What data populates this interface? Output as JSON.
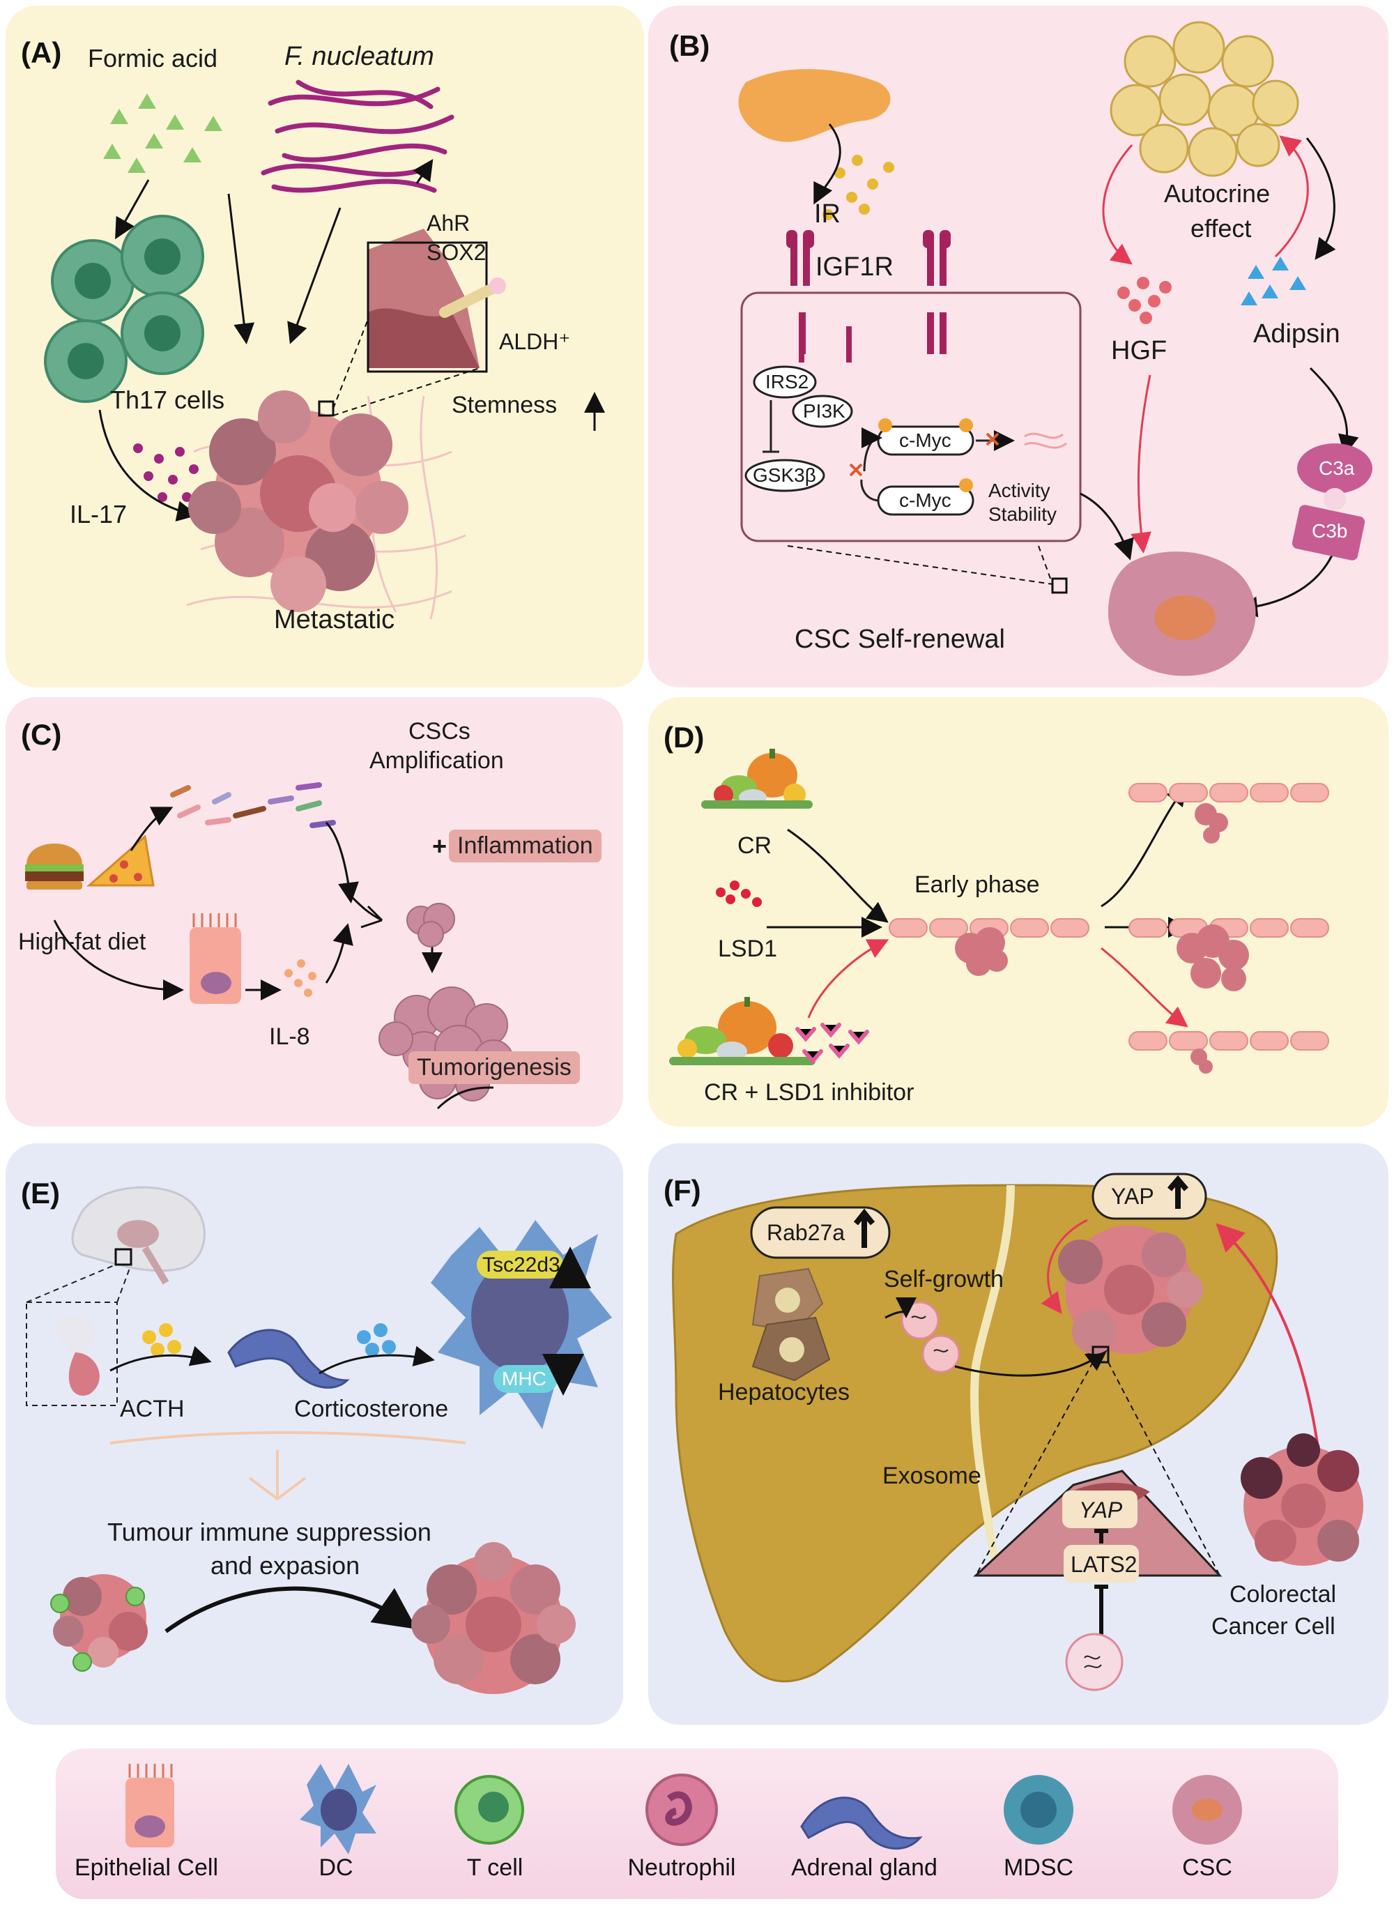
{
  "colors": {
    "panel_yellow": "#fbf5d6",
    "panel_pink": "#fbe5ea",
    "panel_blue": "#e6eaf6",
    "arrow_red": "#e53a55",
    "cell_green": "#4f9f7a",
    "liver": "#c8a03c",
    "tumor_pink": "#d98a8f"
  },
  "panel_a": {
    "label": "(A)",
    "formic_acid": "Formic acid",
    "f_nucleatum": "F. nucleatum",
    "ahr": "AhR",
    "sox2": "SOX2",
    "aldh": "ALDH⁺",
    "stemness": "Stemness",
    "up_arrow": "↑",
    "th17": "Th17 cells",
    "il17": "IL-17",
    "metastatic": "Metastatic"
  },
  "panel_b": {
    "label": "(B)",
    "ir": "IR",
    "igf1r": "IGF1R",
    "irs2": "IRS2",
    "pi3k": "PI3K",
    "gsk3b": "GSK3β",
    "cmyc1": "c-Myc",
    "cmyc2": "c-Myc",
    "activity": "Activity",
    "stability": "Stability",
    "autocrine": "Autocrine",
    "effect": "effect",
    "hgf": "HGF",
    "adipsin": "Adipsin",
    "c3a": "C3a",
    "c3b": "C3b",
    "csc_self_renewal": "CSC Self-renewal"
  },
  "panel_c": {
    "label": "(C)",
    "cscs": "CSCs",
    "amplification": "Amplification",
    "plus": "+",
    "inflammation": "Inflammation",
    "high_fat_diet": "High-fat diet",
    "il8": "IL-8",
    "tumorigenesis": "Tumorigenesis"
  },
  "panel_d": {
    "label": "(D)",
    "cr": "CR",
    "lsd1": "LSD1",
    "early_phase": "Early phase",
    "cr_lsd1": "CR + LSD1 inhibitor"
  },
  "panel_e": {
    "label": "(E)",
    "acth": "ACTH",
    "corticosterone": "Corticosterone",
    "tsc22d3": "Tsc22d3",
    "mhc": "MHC",
    "suppression_1": "Tumour immune suppression",
    "suppression_2": "and expasion"
  },
  "panel_f": {
    "label": "(F)",
    "rab27a": "Rab27a",
    "yap_top": "YAP",
    "self_growth": "Self-growth",
    "hepatocytes": "Hepatocytes",
    "exosome": "Exosome",
    "yap_inset": "YAP",
    "lats2": "LATS2",
    "colorectal": "Colorectal",
    "cancer_cell": "Cancer  Cell"
  },
  "legend": {
    "items": [
      "Epithelial Cell",
      "DC",
      "T cell",
      "Neutrophil",
      "Adrenal gland",
      "MDSC",
      "CSC"
    ]
  }
}
